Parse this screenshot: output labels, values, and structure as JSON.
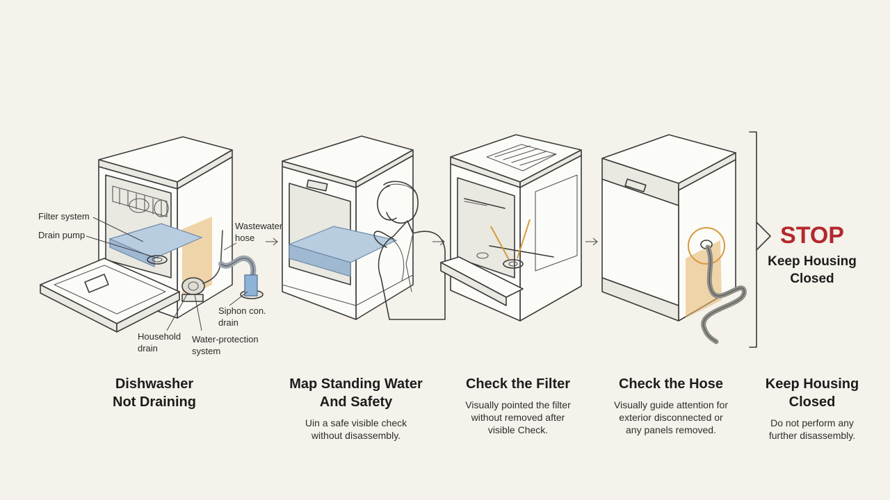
{
  "labels": {
    "filter_system": "Filter system",
    "drain_pump": "Drain pump",
    "wastewater_hose_1": "Wastewater",
    "wastewater_hose_2": "hose",
    "siphon_1": "Siphon con.",
    "siphon_2": "drain",
    "household_1": "Household",
    "household_2": "drain",
    "water_protection_1": "Water-protection",
    "water_protection_2": "system"
  },
  "steps": [
    {
      "title_1": "Dishwasher",
      "title_2": "Not Draining",
      "desc_1": "",
      "desc_2": "",
      "desc_3": ""
    },
    {
      "title_1": "Map Standing Water",
      "title_2": "And Safety",
      "desc_1": "Uin a safe visible check",
      "desc_2": "without disassembly.",
      "desc_3": ""
    },
    {
      "title_1": "Check the Filter",
      "title_2": "",
      "desc_1": "Visually pointed the filter",
      "desc_2": "without removed after",
      "desc_3": "visible Check."
    },
    {
      "title_1": "Check the Hose",
      "title_2": "",
      "desc_1": "Visually guide attention for",
      "desc_2": "exterior disconnected or",
      "desc_3": "any panels removed."
    },
    {
      "title_1": "Keep Housing",
      "title_2": "Closed",
      "desc_1": "Do not perform any",
      "desc_2": "further disassembly.",
      "desc_3": ""
    }
  ],
  "stop": {
    "word": "STOP",
    "line_1": "Keep Housing",
    "line_2": "Closed"
  },
  "colors": {
    "stop": "#b3282d",
    "water": "#b9cde0",
    "highlight": "#e6b56b"
  },
  "icons": [
    "arrow-right-icon",
    "bracket-icon",
    "chevron-icon"
  ]
}
